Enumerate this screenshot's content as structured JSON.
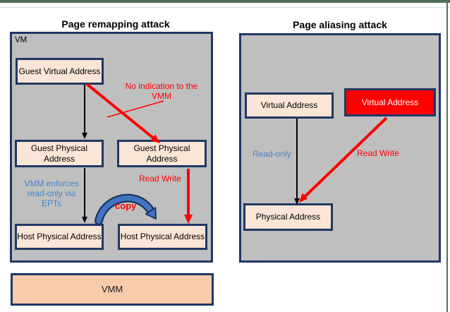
{
  "colors": {
    "page_border_green": "#4E7156",
    "separator_gray": "#D9DDD9",
    "panel_fill": "#BFBFBF",
    "border_navy": "#1F3864",
    "box_peach": "#FBE5D6",
    "vmm_peach": "#F8CBAD",
    "attack_red": "#FF0000",
    "note_blue": "#4485C8",
    "copy_arrow_blue": "#4472C4"
  },
  "left": {
    "title": "Page remapping attack",
    "vm_label": "VM",
    "guest_virtual": "Guest Virtual Address",
    "guest_physical_a": "Guest Physical Address",
    "guest_physical_b": "Guest Physical Address",
    "host_physical_a": "Host Physical Address",
    "host_physical_b": "Host Physical Address",
    "note_no_indication": "No indication to the VMM",
    "note_read_write": "Read Write",
    "note_vmm_enforces": "VMM enforces read-only via EPTs",
    "note_copy": "copy",
    "vmm_box": "VMM"
  },
  "right": {
    "title": "Page aliasing attack",
    "virtual_a": "Virtual Address",
    "virtual_b": "Virtual Address",
    "physical": "Physical Address",
    "note_read_only": "Read-only",
    "note_read_write": "Read Write"
  }
}
